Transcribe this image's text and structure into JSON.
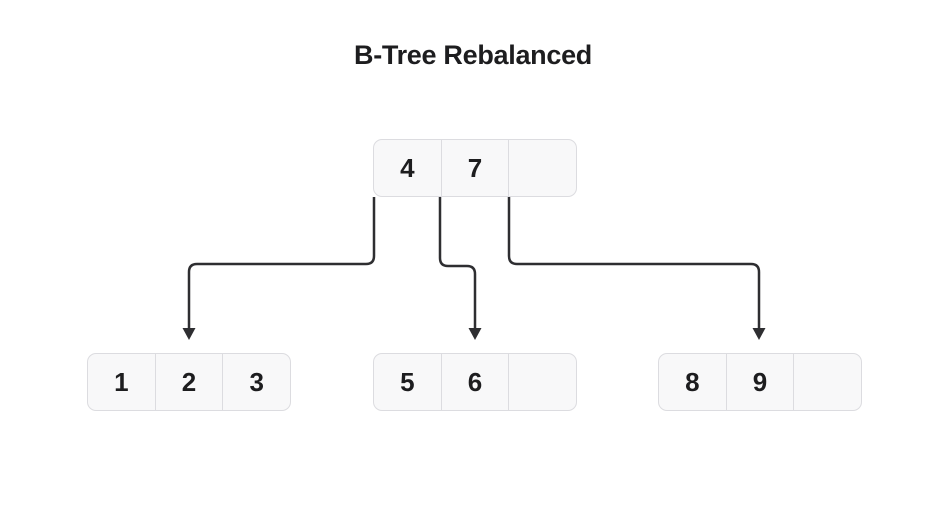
{
  "title": "B-Tree Rebalanced",
  "tree": {
    "root": {
      "cells": [
        "4",
        "7",
        ""
      ]
    },
    "children": [
      {
        "cells": [
          "1",
          "2",
          "3"
        ]
      },
      {
        "cells": [
          "5",
          "6",
          ""
        ]
      },
      {
        "cells": [
          "8",
          "9",
          ""
        ]
      }
    ]
  },
  "colors": {
    "page-bg": "#ffffff",
    "node-bg": "#f8f8f9",
    "node-border": "#dcdce0",
    "text": "#1d1d1f",
    "arrow": "#2e2e31"
  }
}
